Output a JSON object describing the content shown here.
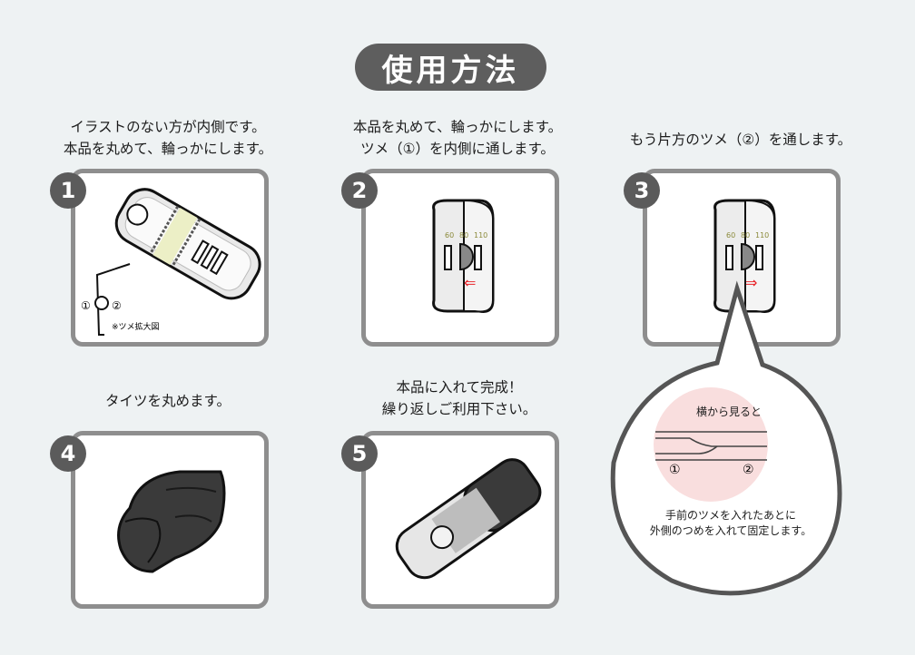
{
  "title": "使用方法",
  "steps": [
    {
      "number": "1",
      "caption": [
        "イラストのない方が内側です。",
        "本品を丸めて、輪っかにします。"
      ],
      "labels": {
        "tab1": "①",
        "tab2": "②",
        "zoom_note": "※ツメ拡大図"
      }
    },
    {
      "number": "2",
      "caption": [
        "本品を丸めて、輪っかにします。",
        "ツメ（①）を内側に通します。"
      ],
      "labels": {
        "size1": "60",
        "size2": "80",
        "size3": "110",
        "arrow": "⇐"
      }
    },
    {
      "number": "3",
      "caption": [
        "もう片方のツメ（②）を通します。"
      ],
      "labels": {
        "size1": "60",
        "size2": "80",
        "size3": "110",
        "arrow": "⇒"
      }
    },
    {
      "number": "4",
      "caption": [
        "タイツを丸めます。"
      ]
    },
    {
      "number": "5",
      "caption": [
        "本品に入れて完成！",
        "繰り返しご利用下さい。"
      ]
    }
  ],
  "detail": {
    "heading": "横から見ると",
    "tab1": "①",
    "tab2": "②",
    "note": [
      "手前のツメを入れたあとに",
      "外側のつめを入れて固定します。"
    ]
  },
  "colors": {
    "badge": "#5b5b5b",
    "frame": "#8e8e8e",
    "arrow": "#e8242a",
    "pink": "#f9dede",
    "band": "#ecefc6"
  }
}
